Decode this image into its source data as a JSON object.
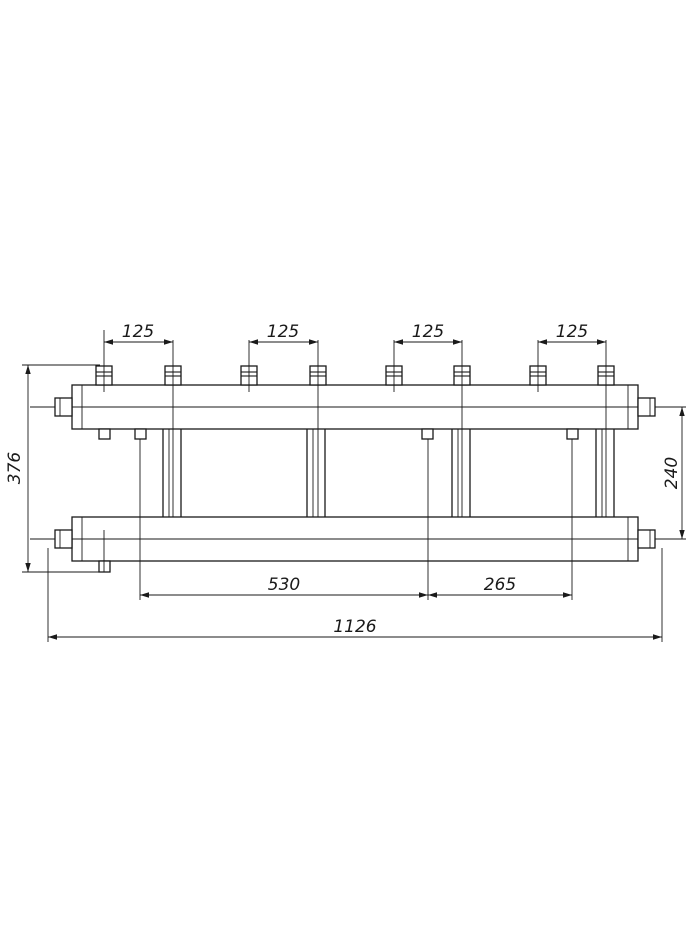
{
  "dimensions": {
    "spacing_1": "125",
    "spacing_2": "125",
    "spacing_3": "125",
    "spacing_4": "125",
    "total_height": "376",
    "header_distance": "240",
    "left_offset": "530",
    "right_offset": "265",
    "total_length": "1126"
  }
}
